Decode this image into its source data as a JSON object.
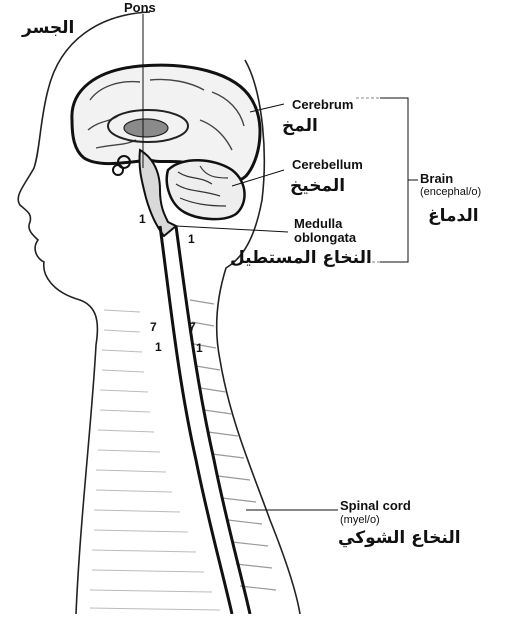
{
  "labels": {
    "pons": "Pons",
    "pons_ar": "الجسر",
    "cerebrum": "Cerebrum",
    "cerebrum_ar": "المخ",
    "cerebellum": "Cerebellum",
    "cerebellum_ar": "المخيخ",
    "medulla_line1": "Medulla",
    "medulla_line2": "oblongata",
    "medulla_ar": "النخاع المستطيل",
    "brain": "Brain",
    "brain_root": "(encephal/o)",
    "brain_ar": "الدماغ",
    "spinal_cord": "Spinal cord",
    "spinal_root": "(myel/o)",
    "spinal_ar": "النخاع الشوكي"
  },
  "markers": {
    "one": "1",
    "seven": "7"
  },
  "colors": {
    "ink": "#111111",
    "brain_fill": "#f2f2f2",
    "body_shade": "#e9e9e9"
  }
}
